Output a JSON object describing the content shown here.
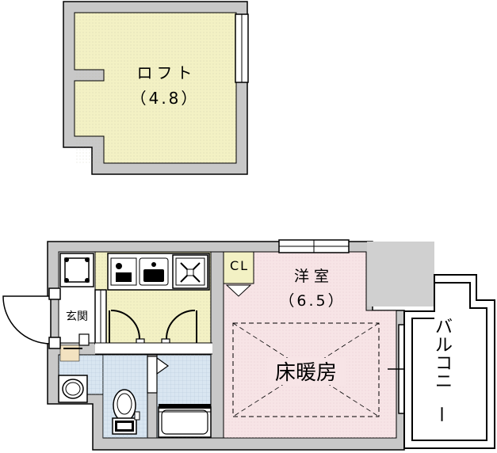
{
  "loft": {
    "name": "ロフト",
    "size": "（4.8）"
  },
  "entrance": {
    "name": "玄関"
  },
  "closet": {
    "name": "CL"
  },
  "western_room": {
    "name": "洋室",
    "size": "（6.5）",
    "heating": "床暖房"
  },
  "balcony": {
    "name": "バルコニー"
  },
  "colors": {
    "wall": "#c8c8c8",
    "loft_floor": "#f3f1c4",
    "kitchen_floor": "#f3f1c4",
    "room_floor": "#f7e4e6",
    "bath_floor": "#d9e6f1",
    "balcony_floor": "#ffffff"
  }
}
